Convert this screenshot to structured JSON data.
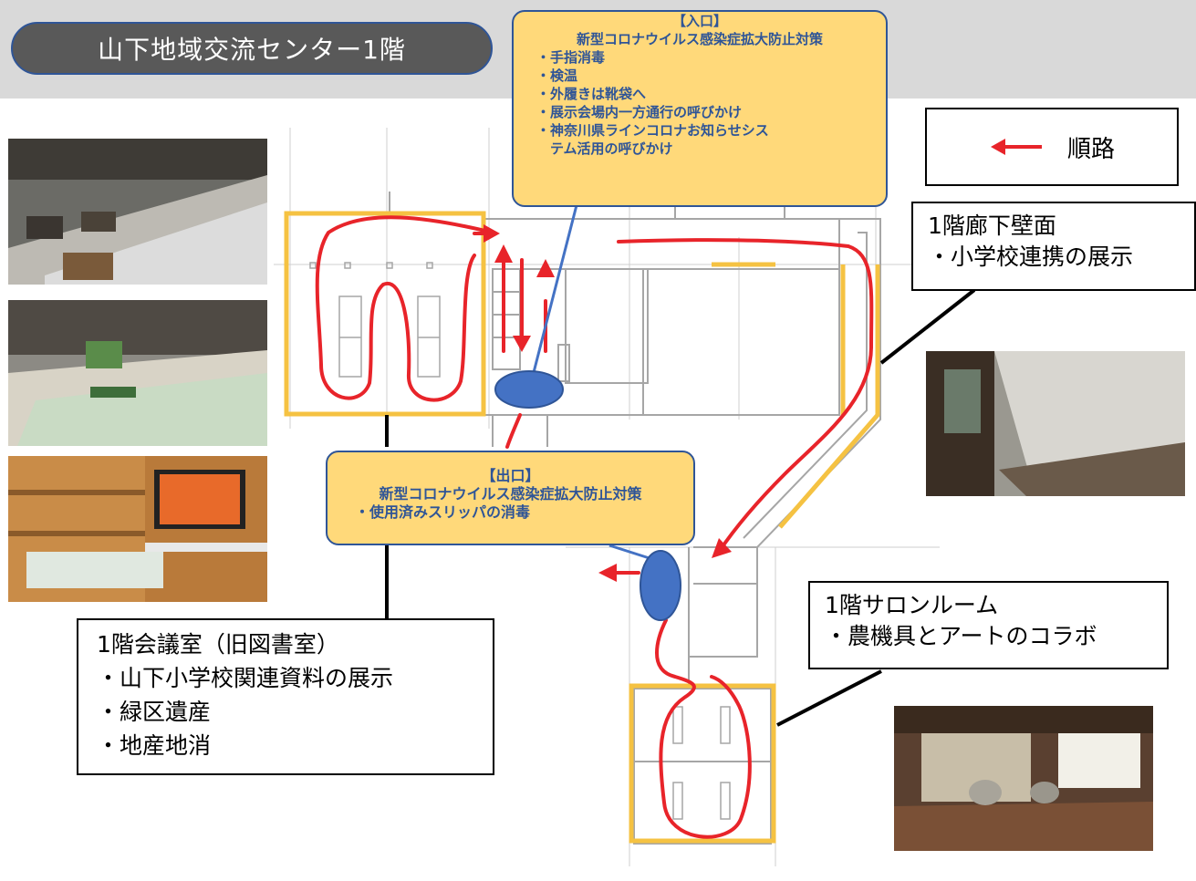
{
  "title": "山下地域交流センター1階",
  "entrance_note": {
    "heading": "【入口】",
    "subheading": "新型コロナウイルス感染症拡大防止対策",
    "items": [
      "・手指消毒",
      "・検温",
      "・外履きは靴袋へ",
      "・展示会場内一方通行の呼びかけ",
      "・神奈川県ラインコロナお知らせシス",
      "　テム活用の呼びかけ"
    ]
  },
  "exit_note": {
    "heading": "【出口】",
    "subheading": "新型コロナウイルス感染症拡大防止対策",
    "items": [
      "・使用済みスリッパの消毒"
    ]
  },
  "legend": {
    "label": "順路",
    "arrow_color": "#e8242a"
  },
  "corridor_box": {
    "title": "1階廊下壁面",
    "items": [
      "・小学校連携の展示"
    ]
  },
  "salon_box": {
    "title": "1階サロンルーム",
    "items": [
      "・農機具とアートのコラボ"
    ]
  },
  "meeting_box": {
    "title": "1階会議室（旧図書室）",
    "items": [
      "・山下小学校関連資料の展示",
      "・緑区遺産",
      "・地産地消"
    ]
  },
  "colors": {
    "route": "#e8242a",
    "exhibit": "#f5c242",
    "marker": "#4472c4",
    "note_fill": "#ffd97a",
    "note_border": "#2f5597",
    "title_fill": "#595959"
  }
}
